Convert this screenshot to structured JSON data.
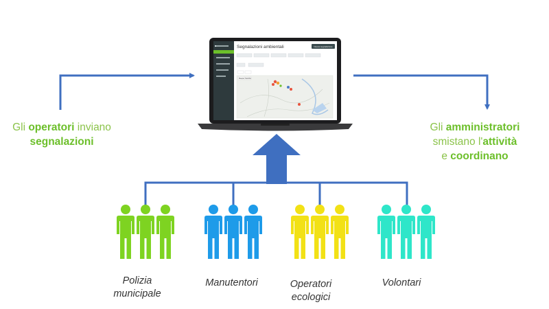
{
  "captions": {
    "left": {
      "pre": "Gli ",
      "hl1": "operatori",
      "mid": " inviano",
      "hl2": "segnalazioni"
    },
    "right": {
      "pre": "Gli ",
      "hl1": "amministratori",
      "mid": "smistano l'",
      "hl2": "attività",
      "mid2": "e ",
      "hl3": "coordinano"
    }
  },
  "screen": {
    "title": "Segnalazioni ambientali",
    "action_button": "Nuova segnalazione",
    "map_tabs": [
      "Mappa",
      "Satellite"
    ]
  },
  "groups": [
    {
      "line1": "Polizia",
      "line2": "municipale",
      "color": "#7ed321"
    },
    {
      "line1": "Manutentori",
      "line2": "",
      "color": "#1e9be9"
    },
    {
      "line1": "Operatori",
      "line2": "ecologici",
      "color": "#f2e116"
    },
    {
      "line1": "Volontari",
      "line2": "",
      "color": "#2ee6c9"
    }
  ],
  "colors": {
    "connector": "#3f6fc0",
    "arrow": "#3f6fc0",
    "accent_green": "#6cbf2a",
    "sidebar": "#2e3a3d"
  }
}
